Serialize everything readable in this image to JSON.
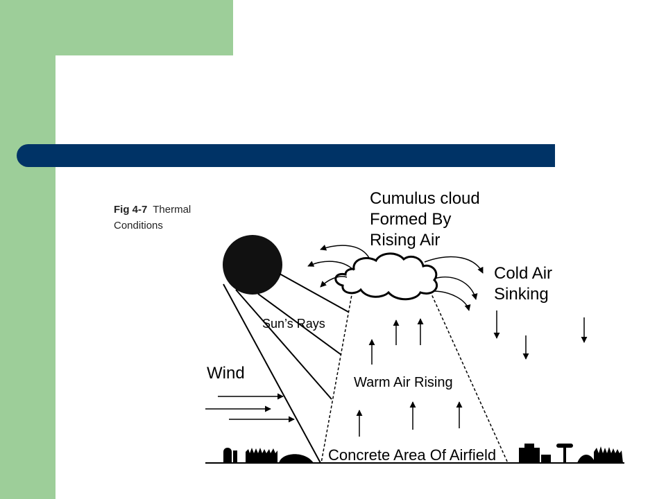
{
  "colors": {
    "background": "#ffffff",
    "accent_green": "#9dce99",
    "title_bar": "#003366"
  },
  "figure": {
    "caption_number": "Fig 4-7",
    "caption_text_line1": "Thermal",
    "caption_text_line2": "Conditions",
    "labels": {
      "cloud_line1": "Cumulus cloud",
      "cloud_line2": "Formed By",
      "cloud_line3": "Rising Air",
      "cold_line1": "Cold Air",
      "cold_line2": "Sinking",
      "suns_rays": "Sun’s Rays",
      "wind": "Wind",
      "warm_air": "Warm Air Rising",
      "concrete": "Concrete Area Of Airfield"
    }
  }
}
